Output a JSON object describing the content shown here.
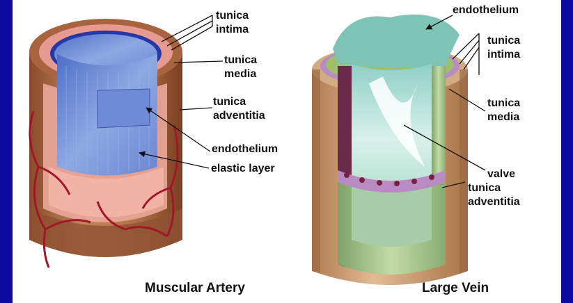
{
  "artery": {
    "title": "Muscular Artery",
    "labels": {
      "tunica_intima_1": "tunica",
      "tunica_intima_2": "intima",
      "tunica_media_1": "tunica",
      "tunica_media_2": "media",
      "tunica_adventitia_1": "tunica",
      "tunica_adventitia_2": "adventitia",
      "endothelium": "endothelium",
      "elastic_layer": "elastic layer"
    }
  },
  "vein": {
    "title": "Large Vein",
    "labels": {
      "endothelium": "endothelium",
      "tunica_intima_1": "tunica",
      "tunica_intima_2": "intima",
      "tunica_media_1": "tunica",
      "tunica_media_2": "media",
      "valve": "valve",
      "tunica_adventitia_1": "tunica",
      "tunica_adventitia_2": "adventitia"
    }
  },
  "colors": {
    "frame": "#0a0a9e",
    "background": "#ffffff",
    "artery_outer": "#b8724a",
    "artery_media": "#e79a90",
    "artery_lumen": "#7c97d8",
    "artery_inner_ring": "#2438a8",
    "vessels": "#a3162a",
    "vein_outer": "#d7a87e",
    "vein_media": "#b98bc3",
    "vein_lumen": "#bfe6dc",
    "vein_green": "#9fc08a"
  }
}
